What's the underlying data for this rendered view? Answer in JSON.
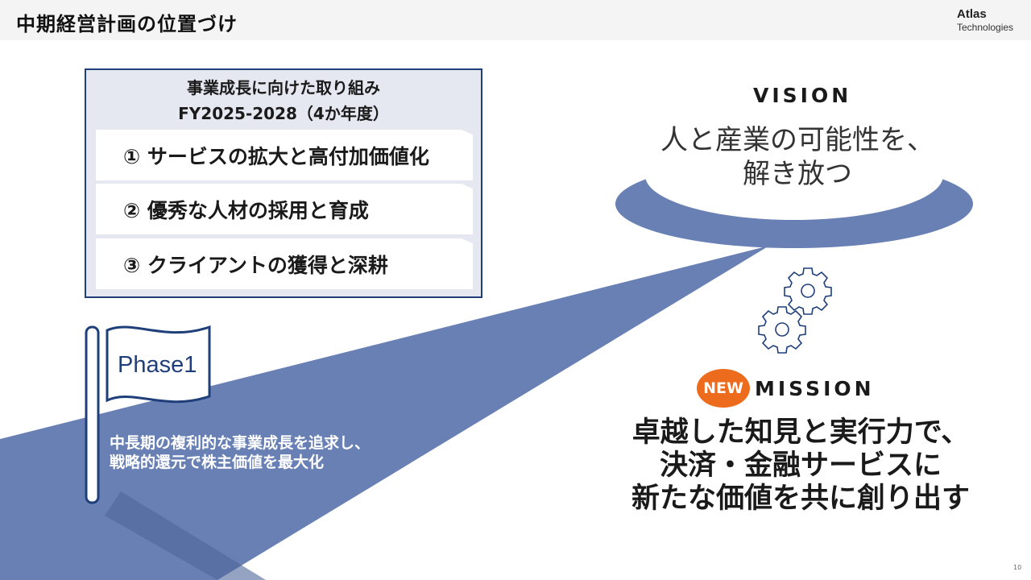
{
  "header": {
    "title": "中期経営計画の位置づけ",
    "logo_name": "Atlas",
    "logo_sub": "Technologies"
  },
  "initiatives": {
    "heading_line1": "事業成長に向けた取り組み",
    "heading_line2": "FY2025-2028（4か年度）",
    "items": [
      "① サービスの拡大と高付加価値化",
      "② 優秀な人材の採用と育成",
      "③ クライアントの獲得と深耕"
    ]
  },
  "phase": {
    "flag_label": "Phase1",
    "description_line1": "中長期の複利的な事業成長を追求し、",
    "description_line2": "戦略的還元で株主価値を最大化"
  },
  "vision": {
    "label": "VISION",
    "text_line1": "人と産業の可能性を、",
    "text_line2": "解き放つ"
  },
  "mission": {
    "badge": "NEW",
    "label": "MISSION",
    "text_line1": "卓越した知見と実行力で、",
    "text_line2": "決済・金融サービスに",
    "text_line3": "新たな価値を共に創り出す"
  },
  "page_number": "10",
  "colors": {
    "beam": "#6980b4",
    "navy": "#1f3f7a",
    "badge_orange": "#ec6b1c",
    "box_bg": "#e5e8f0"
  }
}
